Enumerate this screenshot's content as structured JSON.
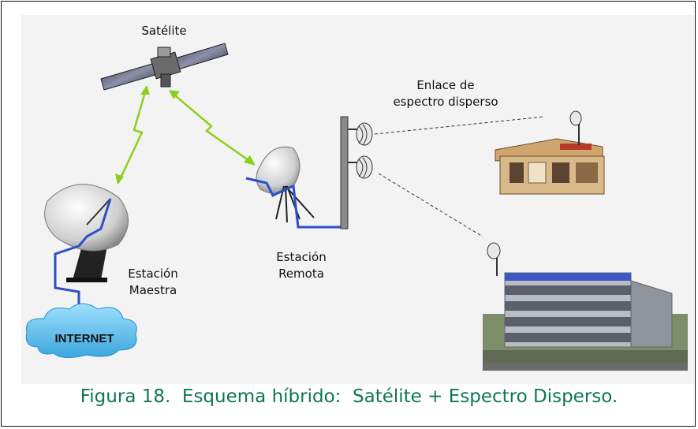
{
  "labels": {
    "satellite": "Satélite",
    "link_line1": "Enlace de",
    "link_line2": "espectro disperso",
    "remote_line1": "Estación",
    "remote_line2": "Remota",
    "master_line1": "Estación",
    "master_line2": "Maestra",
    "internet": "INTERNET"
  },
  "caption": "Figura 18.  Esquema híbrido:  Satélite + Espectro Disperso.",
  "colors": {
    "caption": "#0c7a4c",
    "satellite_link": "#8ccf1a",
    "cable": "#2b4fc9",
    "cloud": "#6ec8f0",
    "panel": "#f3f3f3"
  }
}
